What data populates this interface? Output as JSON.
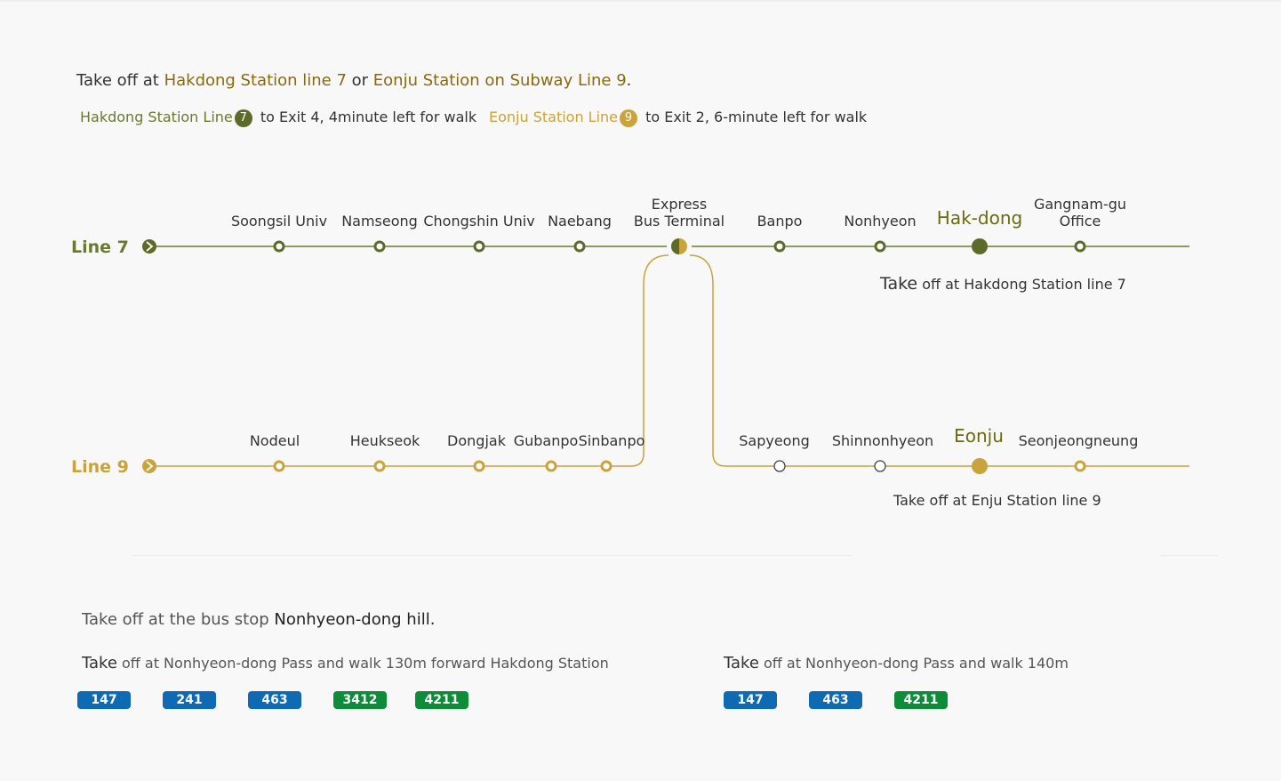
{
  "colors": {
    "line7": "#6b7a2f",
    "line7_dark": "#5c6b2a",
    "line9": "#c9a33b",
    "highlight7": "#6b6a0e",
    "highlight9": "#8a6a0e",
    "bus_blue": "#0f6ab4",
    "bus_green": "#0e8c3a"
  },
  "headline": {
    "prefix": "Take off at ",
    "a": "Hakdong Station line 7",
    "mid": " or ",
    "b": "Eonju Station on Subway Line 9",
    "suffix": "."
  },
  "sub7": {
    "name": "Hakdong Station Line",
    "badge": "7",
    "rest": "to Exit 4, 4minute left for walk"
  },
  "sub9": {
    "name": "Eonju Station Line",
    "badge": "9",
    "rest": "to Exit 2, 6-minute left for walk"
  },
  "line7": {
    "label": "Line 7",
    "stations": [
      "Soongsil Univ",
      "Namseong",
      "Chongshin Univ",
      "Naebang",
      "Express\nBus Terminal",
      "Banpo",
      "Nonhyeon",
      "Hak-dong",
      "Gangnam-gu\nOffice"
    ],
    "highlight": "Hak-dong",
    "note_lead": "Take",
    "note_rest": " off at Hakdong Station line 7"
  },
  "line9": {
    "label": "Line 9",
    "stations": [
      "Nodeul",
      "Heukseok",
      "Dongjak",
      "Gubanpo",
      "Sinbanpo",
      "Sapyeong",
      "Shinnonhyeon",
      "Eonju",
      "Seonjeongneung"
    ],
    "highlight": "Eonju",
    "note": "Take off at Enju Station line 9"
  },
  "bus": {
    "title_prefix": "Take off at the bus stop ",
    "title_stop": "Nonhyeon-dong hill.",
    "left": {
      "lead": "Take",
      "rest": " off at Nonhyeon-dong Pass and walk 130m forward Hakdong Station",
      "routes": [
        {
          "number": "147",
          "color": "blue"
        },
        {
          "number": "241",
          "color": "blue"
        },
        {
          "number": "463",
          "color": "blue"
        },
        {
          "number": "3412",
          "color": "green"
        },
        {
          "number": "4211",
          "color": "green"
        }
      ]
    },
    "right": {
      "lead": "Take",
      "rest": " off at Nonhyeon-dong Pass and walk 140m",
      "routes": [
        {
          "number": "147",
          "color": "blue"
        },
        {
          "number": "463",
          "color": "blue"
        },
        {
          "number": "4211",
          "color": "green"
        }
      ]
    }
  }
}
